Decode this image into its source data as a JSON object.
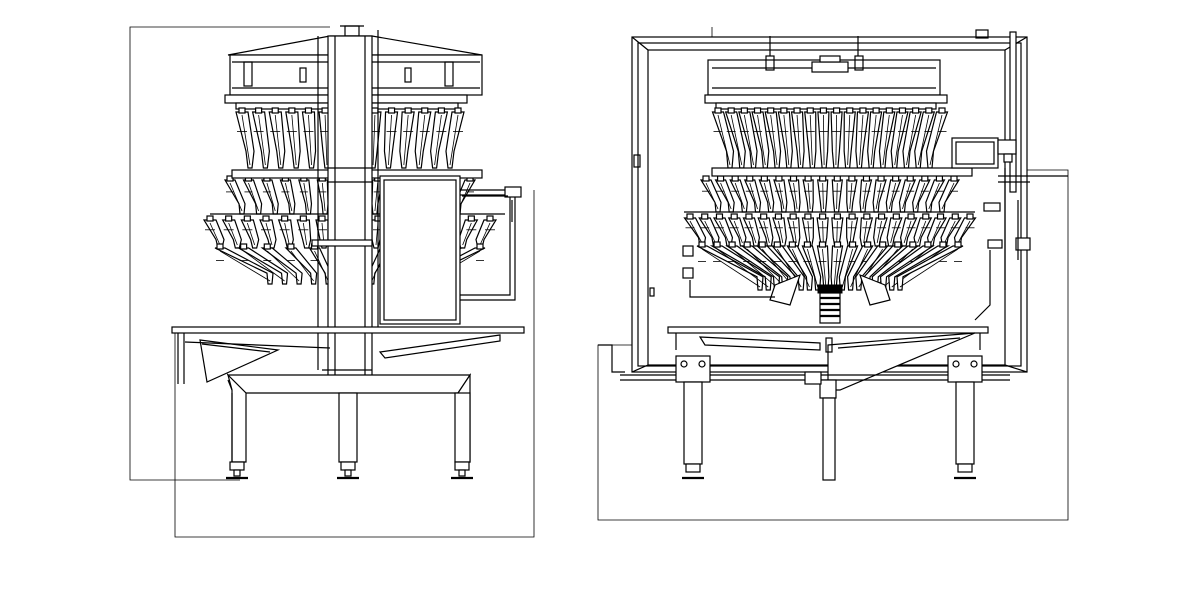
{
  "drawing": {
    "background": "#ffffff",
    "line_color": "#000000",
    "views": [
      {
        "name": "side-view",
        "cups_top_tier": 14,
        "cups_bottom_tier": 16
      },
      {
        "name": "front-view",
        "cups_top_tier": 18,
        "cups_bottom_tier": 20
      }
    ]
  }
}
